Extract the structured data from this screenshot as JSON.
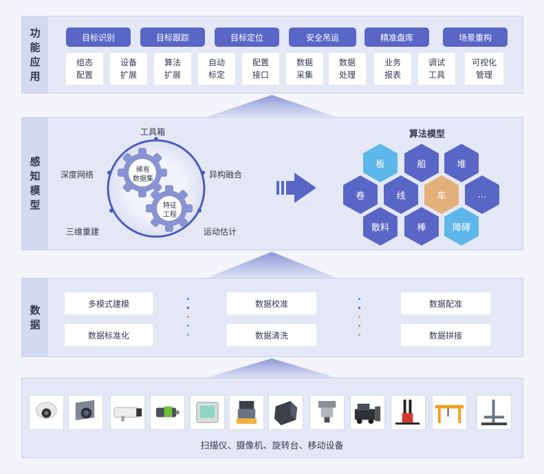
{
  "layers": {
    "application": {
      "label": [
        "功",
        "能",
        "应",
        "用"
      ],
      "pills": [
        "目标识别",
        "目标跟踪",
        "目标定位",
        "安全吊运",
        "精准盘库",
        "场景重构"
      ],
      "cards": [
        "组态\n配置",
        "设备\n扩展",
        "算法\n扩展",
        "自动\n标定",
        "配置\n接口",
        "数据\n采集",
        "数据\n处理",
        "业务\n报表",
        "调试\n工具",
        "可视化\n管理"
      ]
    },
    "perception": {
      "label": [
        "感",
        "知",
        "模",
        "型"
      ],
      "circle_labels": {
        "top": "工具箱",
        "left": "深度网络",
        "right": "异构融合",
        "bottom_left": "三维重建",
        "bottom_right": "运动估计"
      },
      "gear_large": "稀有\n数据集",
      "gear_small": "特征\n工程",
      "models_title": "算法模型",
      "models": [
        "板",
        "船",
        "堆",
        "卷",
        "线",
        "车",
        "…",
        "散料",
        "棒",
        "障碍"
      ]
    },
    "data": {
      "label": [
        "数",
        "据"
      ],
      "items": [
        "多模式建模",
        "数据校准",
        "数据配准",
        "数据标准化",
        "数据清洗",
        "数据拼接"
      ]
    },
    "devices": {
      "names": [
        "dome-camera",
        "industrial-camera",
        "bullet-camera",
        "laser-sensor",
        "lidar-module",
        "rotating-lidar",
        "box-camera",
        "turntable-scanner",
        "forklift-robot",
        "pallet-stacker",
        "gantry-crane",
        "mobile-platform"
      ],
      "caption": "扫描仪、摄像机、旋转台、移动设备"
    }
  },
  "colors": {
    "pill": "#5966c6",
    "hex_dark": "#5966c6",
    "hex_light": "#5db7ea",
    "hex_accent": "#e4b07a",
    "layer_bg": "#e4e8f6",
    "label_bg": "#d3d9f0"
  }
}
